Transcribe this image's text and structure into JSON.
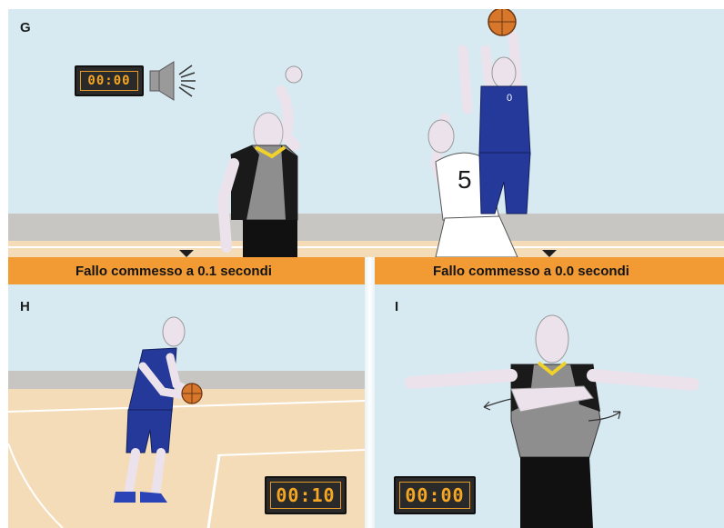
{
  "panels": {
    "g": {
      "label": "G",
      "clock": "00:00"
    },
    "h": {
      "label": "H",
      "clock": "00:10"
    },
    "i": {
      "label": "I",
      "clock": "00:00"
    }
  },
  "captions": {
    "left": "Fallo commesso a 0.1 secondi",
    "right": "Fallo commesso a 0.0 secondi"
  },
  "players": {
    "defender_number": "5",
    "shooter_number": "0"
  },
  "colors": {
    "sky": "#d7eaf2",
    "band": "#f29a33",
    "clock_digits": "#f5a623",
    "blue_jersey": "#24399a",
    "court_floor": "#f4dcb8"
  },
  "icons": [
    "speaker-icon",
    "basketball-icon"
  ]
}
